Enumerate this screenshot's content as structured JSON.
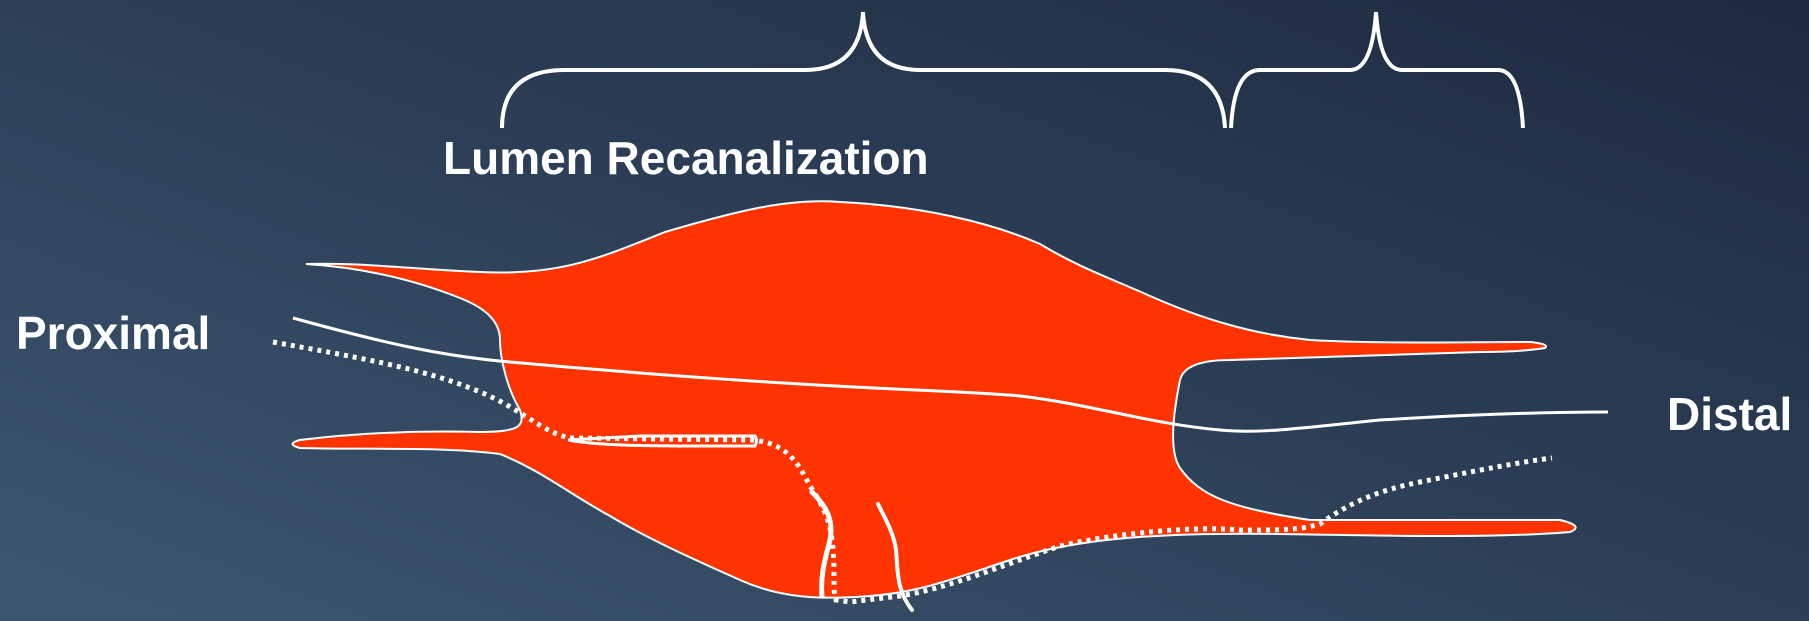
{
  "labels": {
    "lumen_recanalization": "Lumen Recanalization",
    "proximal": "Proximal",
    "distal": "Distal"
  },
  "colors": {
    "occlusion_fill": "#ff3300",
    "outline": "#ffffff"
  }
}
